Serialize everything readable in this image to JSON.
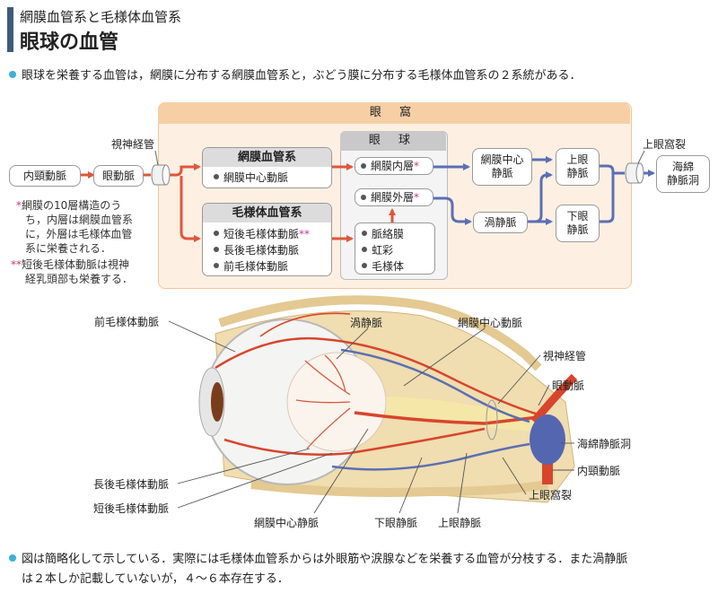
{
  "header": {
    "subtitle": "網膜血管系と毛様体血管系",
    "title": "眼球の血管"
  },
  "intro": "眼球を栄養する血管は，網膜に分布する網膜血管系と，ぶどう膜に分布する毛様体血管系の２系統がある．",
  "flow": {
    "orbit_label": "眼 窩",
    "eyeball_label": "眼 球",
    "optic_canal": "視神経管",
    "internal_carotid": "内頸動脈",
    "ophthalmic_artery": "眼動脈",
    "retinal_system": {
      "title": "網膜血管系",
      "items": [
        "網膜中心動脈"
      ]
    },
    "ciliary_system": {
      "title": "毛様体血管系",
      "items": [
        "短後毛様体動脈",
        "長後毛様体動脈",
        "前毛様体動脈"
      ],
      "marks": [
        "**",
        "",
        ""
      ]
    },
    "inner_retina": "網膜内層",
    "outer_retina": "網膜外層",
    "uvea": [
      "脈絡膜",
      "虹彩",
      "毛様体"
    ],
    "central_retinal_vein": [
      "網膜中心",
      "静脈"
    ],
    "vortex_vein": "渦静脈",
    "superior_ophthalmic_vein": [
      "上眼",
      "静脈"
    ],
    "inferior_ophthalmic_vein": [
      "下眼",
      "静脈"
    ],
    "superior_orbital_fissure": "上眼窩裂",
    "cavernous_sinus": [
      "海綿",
      "静脈洞"
    ],
    "mark1": "*",
    "mark2": "**"
  },
  "notes": {
    "note1_mark": "*",
    "note1": [
      "網膜の10層構造のう",
      "ち，内層は網膜血管系",
      "に，外層は毛様体血管",
      "系に栄養される．"
    ],
    "note2_mark": "**",
    "note2": [
      "短後毛様体動脈は視神",
      "経乳頭部も栄養する．"
    ]
  },
  "illustration": {
    "labels": {
      "anterior_ciliary_artery": "前毛様体動脈",
      "vortex_vein": "渦静脈",
      "central_retinal_artery": "網膜中心動脈",
      "optic_canal": "視神経管",
      "ophthalmic_artery": "眼動脈",
      "cavernous_sinus": "海綿静脈洞",
      "internal_carotid": "内頸動脈",
      "superior_orbital_fissure": "上眼窩裂",
      "superior_ophthalmic_vein": "上眼静脈",
      "inferior_ophthalmic_vein": "下眼静脈",
      "central_retinal_vein": "網膜中心静脈",
      "short_posterior_ciliary": "短後毛様体動脈",
      "long_posterior_ciliary": "長後毛様体動脈"
    }
  },
  "footer": [
    "図は簡略化して示している．実際には毛様体血管系からは外眼筋や涙腺などを栄養する血管が分枝する．また渦静脈",
    "は２本しか記載していないが，４～６本存在する．"
  ],
  "colors": {
    "artery": "#e0563c",
    "vein": "#5b6fb4",
    "header_bar": "#3f5a7a",
    "orbit_fill": "#fdf0e2",
    "bullet": "#3ab0d8",
    "mark": "#d3338a"
  }
}
